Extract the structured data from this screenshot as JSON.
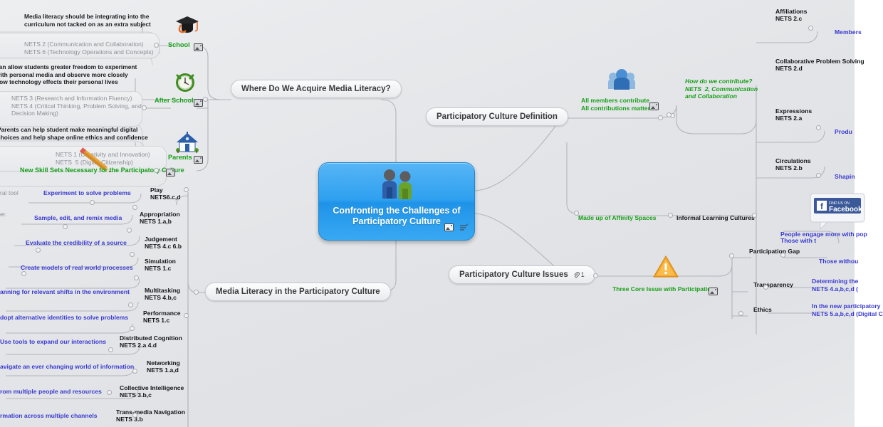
{
  "map": {
    "central": {
      "title": "Confronting the Challenges of Participatory Culture",
      "icon": "two-people-icon",
      "accent_color": "#2ea0ef"
    },
    "topics": [
      {
        "id": "where",
        "label": "Where Do We Acquire Media Literacy?"
      },
      {
        "id": "media-lit",
        "label": "Media Literacy in the Participatory Culture"
      },
      {
        "id": "pc-def",
        "label": "Participatory Culture Definition"
      },
      {
        "id": "pc-issues",
        "label": "Participatory Culture Issues",
        "attachment_count": "1"
      }
    ],
    "acquire_branch": {
      "items": [
        {
          "label": "School",
          "icon": "graduation-cap-icon",
          "note": "Media literacy should be integrating into the\ncurriculum not tacked on as an extra subject",
          "nets": "NETS 2 (Communication and Collaboration)\nNETS 6 (Technology Operations and Concepts)"
        },
        {
          "label": "After School",
          "icon": "alarm-clock-icon",
          "note": "can allow students greater freedom to experiment\nwith personal media and observe more closely\nhow technology effects their personal lives",
          "nets": "NETS 3 (Research and Information Fluency)\nNETS 4 (Critical Thinking, Problem Solving, and\nDecision Making)"
        },
        {
          "label": "Parents",
          "icon": "house-icon",
          "note": "Parents can help student make meaningful digital\nchoices and help shape online ethics and confidence",
          "nets": "NETS 1 (Creativity and Innovation)\nNETS  5 (Digital Citizenship)"
        }
      ]
    },
    "skills_branch": {
      "header": "New Skill Sets Necessary for the Participatory Culture",
      "rows": [
        {
          "name": "Play",
          "nets": "NETS6.c,d",
          "desc": "Experiment to solve problems",
          "left_frag": "ral tool"
        },
        {
          "name": "Appropriation",
          "nets": "NETS 1.a,b",
          "desc": "Sample, edit, and remix media",
          "left_frag": "er."
        },
        {
          "name": "Judgement",
          "nets": "NETS 4.c 6.b",
          "desc": "Evaluate the credibility of a source",
          "left_frag": ""
        },
        {
          "name": "Simulation",
          "nets": "NETS 1.c",
          "desc": "Create models of real world processes",
          "left_frag": ""
        },
        {
          "name": "Multitasking",
          "nets": "NETS 4.b,c",
          "desc": "anning for relevant shifts in the environment",
          "left_frag": ""
        },
        {
          "name": "Performance",
          "nets": "NETS 1.c",
          "desc": "dopt alternative identities to solve problems",
          "left_frag": ""
        },
        {
          "name": "Distributed Cognition",
          "nets": "NETS 2.a 4.d",
          "desc": "Use tools to expand our interactions",
          "left_frag": ""
        },
        {
          "name": "Networking",
          "nets": "NETS 1.a,d",
          "desc": "avigate an ever changing world of information",
          "left_frag": ""
        },
        {
          "name": "Collective Intelligence",
          "nets": "NETS 3.b,c",
          "desc": "rom multiple people and resources",
          "left_frag": ""
        },
        {
          "name": "Trans-media Navigation",
          "nets": "NETS 3.b",
          "desc": "rmation across multiple channels",
          "left_frag": ""
        }
      ]
    },
    "definition_branch": {
      "members": {
        "icon": "group-of-people-icon",
        "label": "All members contribute\nAll contributions matter",
        "question": "How do we contribute?\nNETS  2, Communication\nand Collaboration"
      },
      "affinity": {
        "label": "Made up of Affinity Spaces",
        "sibling": "Informal Learning Cultures"
      },
      "forms": [
        {
          "name": "Affiliations",
          "nets": "NETS 2.c",
          "desc": "Members"
        },
        {
          "name": "Collaborative Problem Solving",
          "nets": "NETS 2.d",
          "desc": ""
        },
        {
          "name": "Expressions",
          "nets": "NETS 2.a",
          "desc": "Produ"
        },
        {
          "name": "Circulations",
          "nets": "NETS 2.b",
          "desc": "Shapin"
        }
      ],
      "facebook_badge": "Facebook"
    },
    "issues_branch": {
      "header": "Three Core Issue with Participation",
      "icon": "warning-triangle-icon",
      "rows": [
        {
          "name": "Participation Gap",
          "desc_top": "People engage more with pop\nThose with t",
          "desc": "Those withou"
        },
        {
          "name": "Transparency",
          "desc_top": "",
          "desc": "Determining the\nNETS 4.a,b,c,d ("
        },
        {
          "name": "Ethics",
          "desc_top": "",
          "desc": "In the new participatory\nNETS 5.a,b,c,d (Digital C"
        }
      ]
    }
  }
}
